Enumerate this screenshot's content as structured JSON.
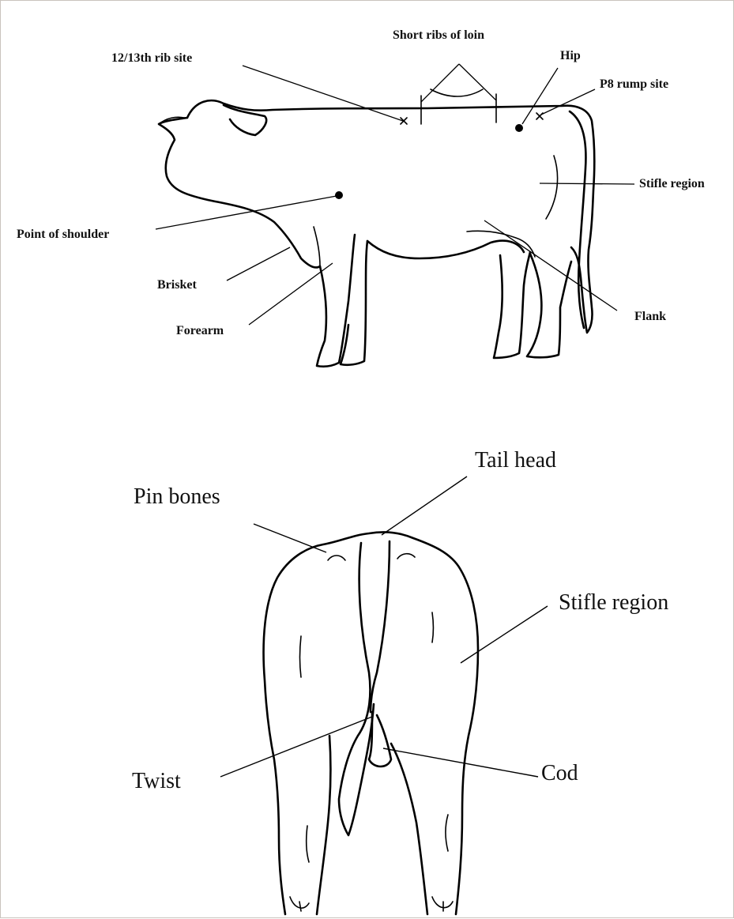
{
  "side_view": {
    "labels": {
      "rib_site": "12/13th rib site",
      "short_ribs": "Short ribs of loin",
      "hip": "Hip",
      "p8_rump": "P8 rump site",
      "stifle": "Stifle region",
      "point_of_shoulder": "Point of shoulder",
      "brisket": "Brisket",
      "forearm": "Forearm",
      "flank": "Flank"
    }
  },
  "rear_view": {
    "labels": {
      "tail_head": "Tail head",
      "pin_bones": "Pin bones",
      "stifle": "Stifle region",
      "twist": "Twist",
      "cod": "Cod"
    }
  },
  "colors": {
    "line": "#000000",
    "frame": "#c9c3bd",
    "background": "#ffffff"
  }
}
